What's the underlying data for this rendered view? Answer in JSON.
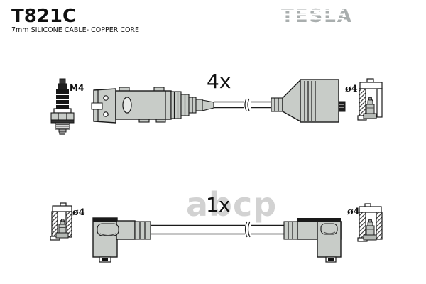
{
  "header": {
    "part_number": "T821C",
    "subtitle": "7mm SILICONE CABLE- COPPER CORE",
    "brand_logo": "TESLA"
  },
  "watermark": {
    "text": "abcp"
  },
  "top_kit": {
    "quantity_label": "4x",
    "spark_plug_thread_label": "M4",
    "terminal_diameter_label": "ø4"
  },
  "bottom_kit": {
    "quantity_label": "1x",
    "left_terminal_diameter_label": "ø4",
    "right_terminal_diameter_label": "ø4"
  },
  "colors": {
    "outline": "#1a1a1a",
    "part_fill": "#c8ccc8",
    "brand_gray": "#a9aeae",
    "watermark_gray": "#d2d2d2"
  }
}
